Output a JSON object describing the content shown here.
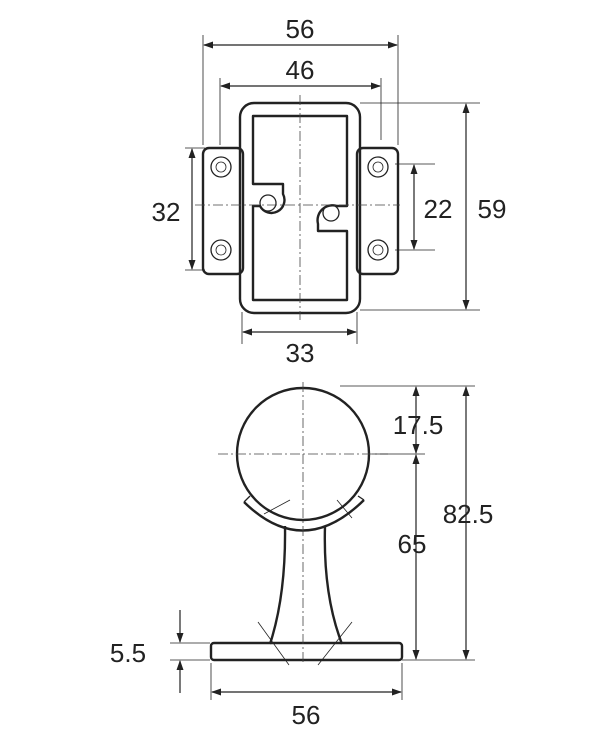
{
  "top_view": {
    "dims": {
      "overall_width": "56",
      "inner_width": "46",
      "hole_spacing_vertical": "32",
      "slot_spacing": "22",
      "overall_height": "59",
      "base_width": "33"
    }
  },
  "side_view": {
    "dims": {
      "ball_offset": "17.5",
      "stem_height": "65",
      "overall_height": "82.5",
      "base_thickness": "5.5",
      "base_width": "56"
    }
  }
}
